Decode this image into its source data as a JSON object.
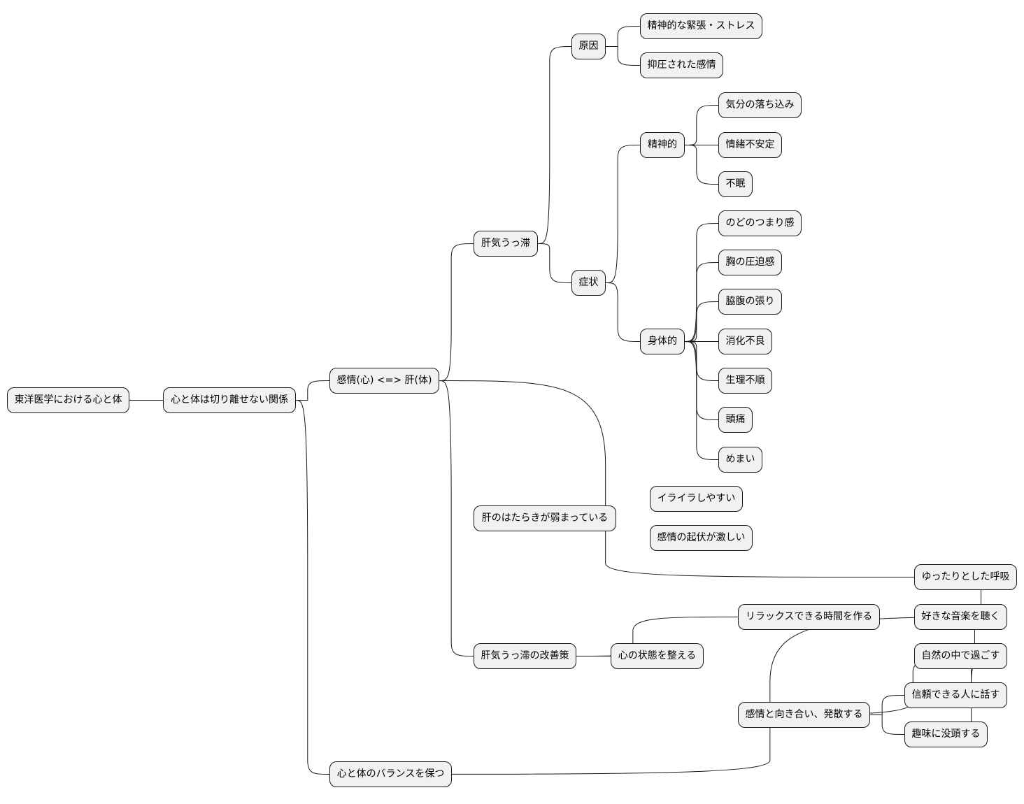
{
  "mindmap": {
    "root": "東洋医学における心と体",
    "relation": "心と体は切り離せない関係",
    "emotion_liver": "感情(心) <=> 肝(体)",
    "liver_qi_stagnation": "肝気うっ滞",
    "causes": {
      "label": "原因",
      "items": [
        "精神的な緊張・ストレス",
        "抑圧された感情"
      ]
    },
    "symptoms": {
      "label": "症状",
      "mental": {
        "label": "精神的",
        "items": [
          "気分の落ち込み",
          "情緒不安定",
          "不眠"
        ]
      },
      "physical": {
        "label": "身体的",
        "items": [
          "のどのつまり感",
          "胸の圧迫感",
          "脇腹の張り",
          "消化不良",
          "生理不順",
          "頭痛",
          "めまい"
        ]
      }
    },
    "liver_weak": {
      "label": "肝のはたらきが弱まっている",
      "items": [
        "イライラしやすい",
        "感情の起伏が激しい"
      ]
    },
    "improvement": {
      "label": "肝気うっ滞の改善策",
      "mind": {
        "label": "心の状態を整える",
        "relax": {
          "label": "リラックスできる時間を作る",
          "items": [
            "ゆったりとした呼吸",
            "好きな音楽を聴く",
            "自然の中で過ごす"
          ]
        },
        "emotion": {
          "label": "感情と向き合い、発散する",
          "items": [
            "信頼できる人に話す",
            "趣味に没頭する"
          ]
        }
      }
    },
    "balance": "心と体のバランスを保つ"
  }
}
